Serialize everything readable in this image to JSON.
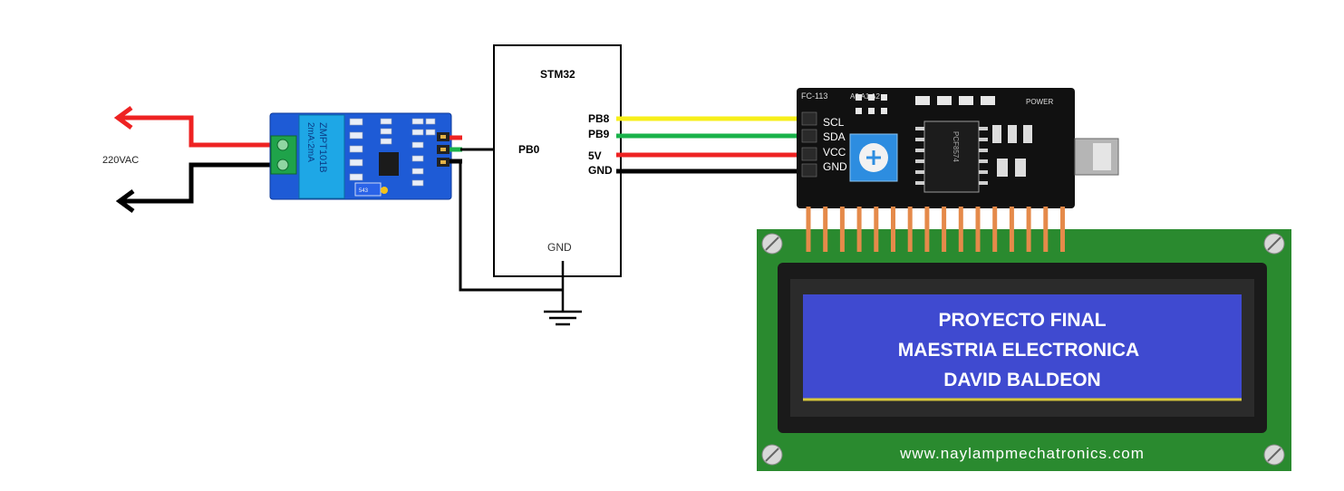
{
  "source": {
    "label": "220VAC"
  },
  "sensor_module": {
    "model": "ZMPT101B",
    "rating": "2mA:2mA",
    "badge": "543",
    "colors": {
      "board": "#1e5bd6",
      "terminal": "#1fa34a"
    }
  },
  "mcu": {
    "name": "STM32",
    "pins": {
      "analog_in": "PB0",
      "scl": "PB8",
      "sda": "PB9",
      "vcc": "5V",
      "gnd": "GND"
    },
    "ground_label": "GND"
  },
  "i2c_module": {
    "pins": [
      "SCL",
      "SDA",
      "VCC",
      "GND"
    ],
    "chip": "PCF8574",
    "top_labels": [
      "FC-113",
      "A0 A1 A2",
      "POWER"
    ]
  },
  "lcd": {
    "lines": [
      "PROYECTO FINAL",
      "MAESTRIA ELECTRONICA",
      "DAVID BALDEON"
    ],
    "website": "www.naylampmechatronics.com",
    "colors": {
      "pcb": "#2a8a2f",
      "screen": "#3f4ad0",
      "bezel": "#1a1a1a"
    }
  },
  "wire_colors": {
    "scl": "#f7ef1a",
    "sda": "#19b24a",
    "vcc": "#ee2222",
    "gnd": "#000000",
    "ac_line": "#ee2222",
    "ac_neutral": "#000000"
  }
}
